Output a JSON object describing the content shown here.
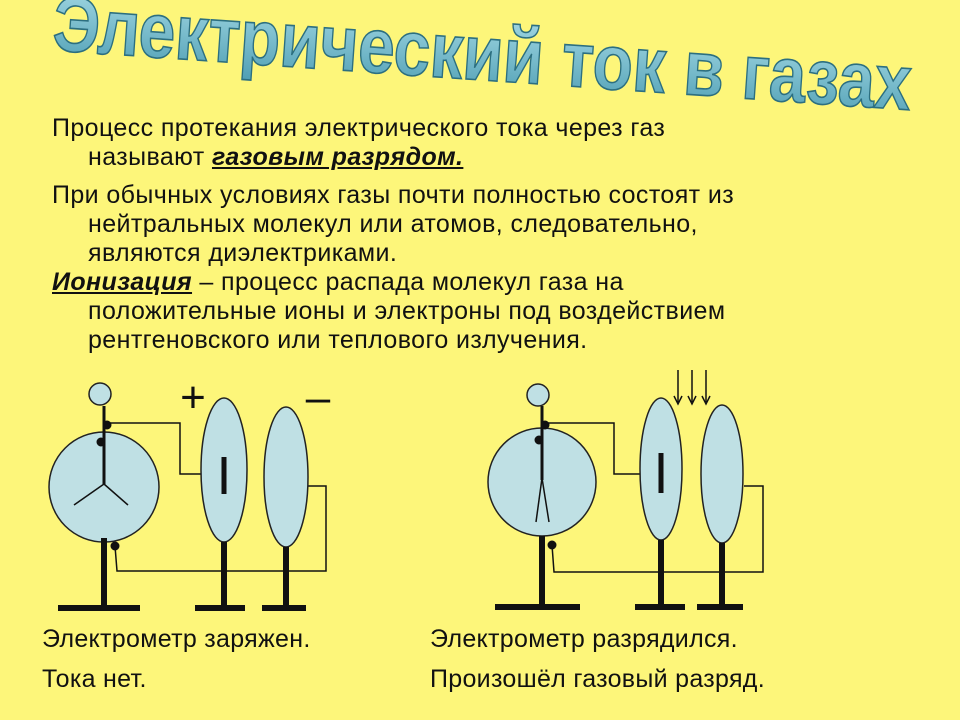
{
  "title": "Электрический ток в газах",
  "paragraphs": {
    "p1": {
      "line1": "Процесс протекания электрического тока через газ",
      "line2_prefix": "называют ",
      "line2_term": "газовым разрядом."
    },
    "p2": {
      "line1": "При обычных условиях газы почти полностью состоят из",
      "line2": "нейтральных молекул или атомов, следовательно,",
      "line3": "являются диэлектриками."
    },
    "p3": {
      "term": "Ионизация",
      "line1_rest": " – процесс распада молекул газа на",
      "line2": "положительные ионы и электроны под воздействием",
      "line3": "рентгеновского или теплового излучения."
    }
  },
  "diagram": {
    "plus_sign": "+",
    "minus_sign": "–"
  },
  "captions": {
    "left": {
      "line1": "Электрометр заряжен.",
      "line2": "Тока нет."
    },
    "right": {
      "line1": "Электрометр разрядился.",
      "line2": "Произошёл газовый разряд."
    }
  },
  "colors": {
    "background": "#fdf67a",
    "title_fill": "#7cc4d4",
    "title_outline": "#2c6f80",
    "device_fill": "#bfe0e4",
    "ink": "#111111"
  }
}
